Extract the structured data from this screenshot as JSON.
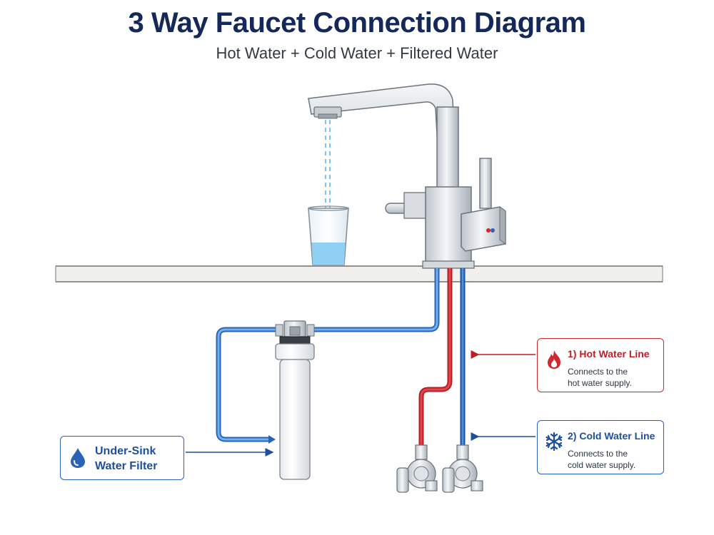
{
  "title": "3 Way Faucet Connection Diagram",
  "subtitle": "Hot Water + Cold Water + Filtered Water",
  "callouts": {
    "hot": {
      "heading": "1) Hot Water Line",
      "line1": "Connects to the",
      "line2": "hot water supply.",
      "icon": "flame-icon"
    },
    "cold": {
      "heading": "2) Cold Water Line",
      "line1": "Connects to the",
      "line2": "cold water supply.",
      "icon": "snowflake-icon"
    },
    "filter": {
      "line1": "Under-Sink",
      "line2": "Water Filter",
      "icon": "water-drop-icon"
    }
  },
  "colors": {
    "title": "#14285a",
    "hot_pipe": "#d0282f",
    "cold_pipe": "#2a63b8",
    "filtered_pipe": "#3d8fe0",
    "water": "#7fc4ef",
    "chrome": "#d9dde2"
  }
}
